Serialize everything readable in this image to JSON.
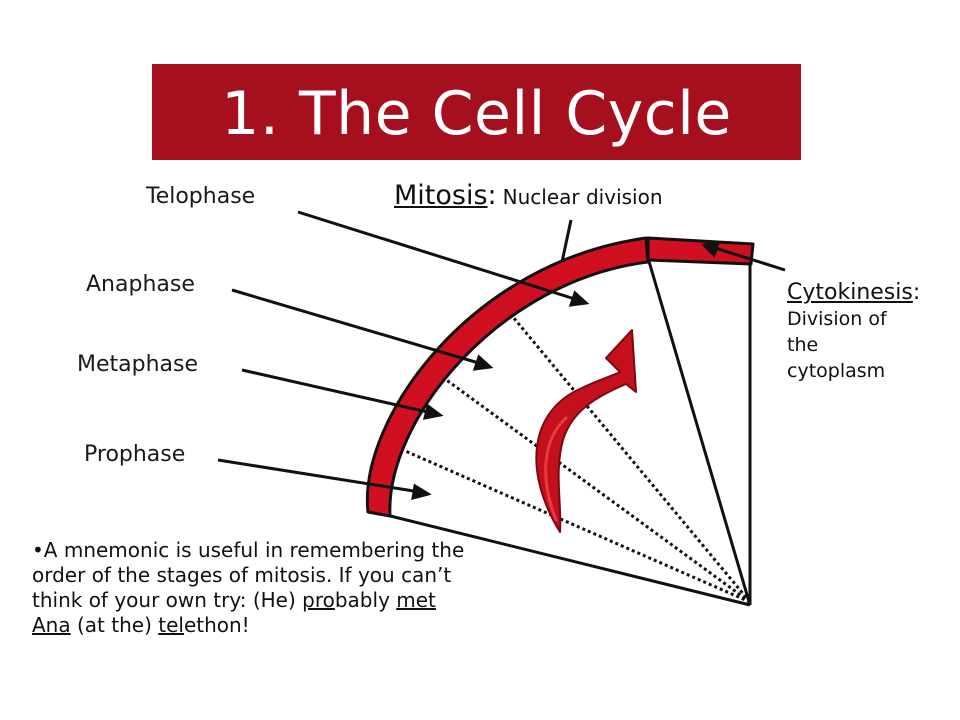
{
  "title": "1. The Cell Cycle",
  "mitosis": {
    "label": "Mitosis",
    "colon": ":",
    "description": "Nuclear division"
  },
  "phases": {
    "telophase": "Telophase",
    "anaphase": "Anaphase",
    "metaphase": "Metaphase",
    "prophase": "Prophase"
  },
  "cytokinesis": {
    "label": "Cytokinesis",
    "colon": ":",
    "line1": "Division of",
    "line2": "the",
    "line3": "cytoplasm"
  },
  "note": {
    "bullet": "•",
    "text_1": "A mnemonic is useful in remembering the order of the stages of mitosis. If you can’t think of your own try: (He) ",
    "u_pro": "pro",
    "text_2": "bably ",
    "u_met": "met",
    "text_3": " ",
    "u_ana": "Ana",
    "text_4": " (at the) ",
    "u_tel": "tel",
    "text_5": "ethon!"
  },
  "colors": {
    "title_bar": "#a6101e",
    "arc_fill": "#d01020",
    "arrow_fill": "#c4101c"
  }
}
